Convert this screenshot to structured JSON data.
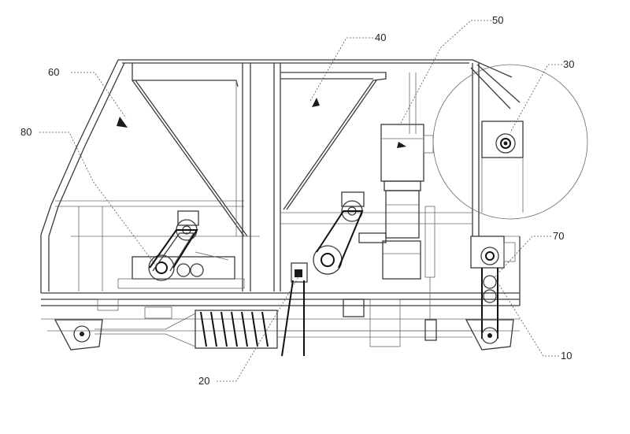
{
  "figure": {
    "labels": {
      "l10": "10",
      "l20": "20",
      "l30": "30",
      "l40": "40",
      "l50": "50",
      "l60": "60",
      "l70": "70",
      "l80": "80"
    }
  }
}
